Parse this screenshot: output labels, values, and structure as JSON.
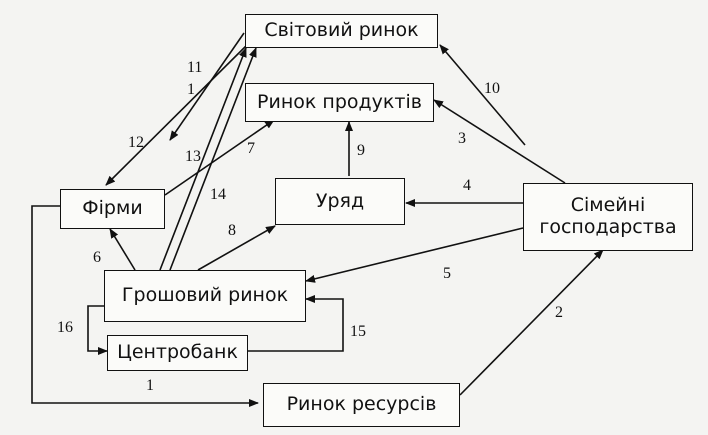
{
  "nodes": {
    "world_market": "Світовий ринок",
    "product_market": "Ринок продуктів",
    "firms": "Фірми",
    "government": "Уряд",
    "households_line1": "Сімейні",
    "households_line2": "господарства",
    "money_market": "Грошовий ринок",
    "central_bank": "Центробанк",
    "resource_market": "Ринок ресурсів"
  },
  "flow_labels": [
    "1",
    "2",
    "3",
    "4",
    "5",
    "6",
    "7",
    "8",
    "9",
    "10",
    "11",
    "12",
    "13",
    "14",
    "15",
    "16"
  ],
  "colors": {
    "line": "#111111",
    "background": "#f4f4f2"
  }
}
